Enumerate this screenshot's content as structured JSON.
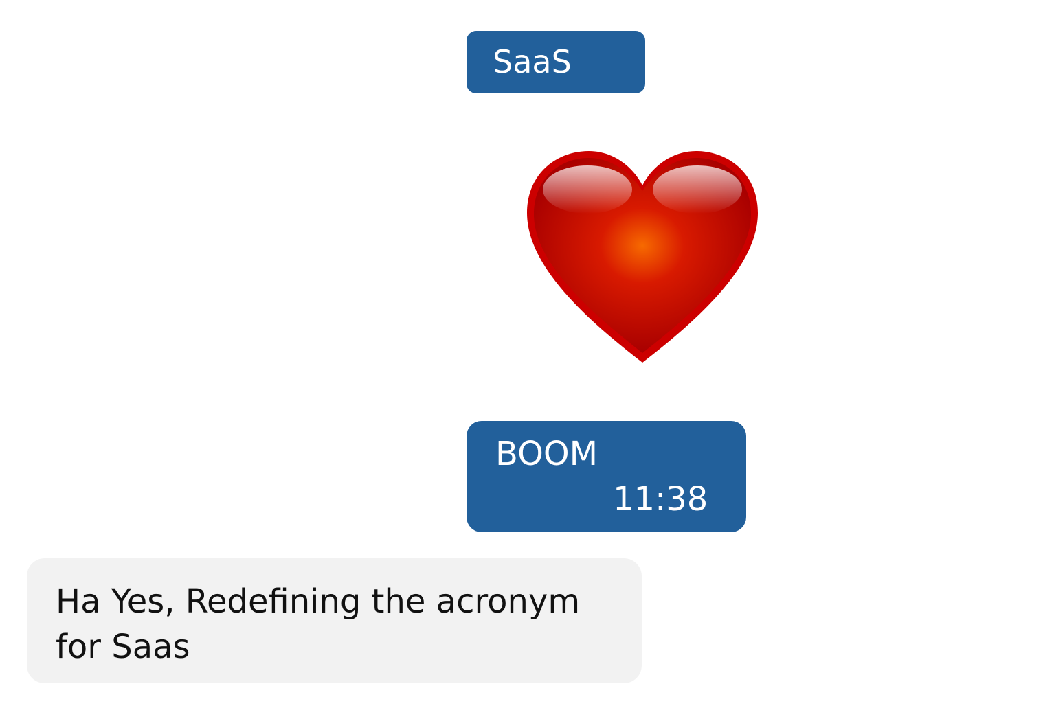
{
  "messages": [
    {
      "direction": "outgoing",
      "text": "SaaS"
    },
    {
      "direction": "outgoing",
      "emoji": "heart-icon"
    },
    {
      "direction": "outgoing",
      "text": "BOOM",
      "time": "11:38"
    },
    {
      "direction": "incoming",
      "text": "Ha Yes, Redefining the acronym for Saas"
    }
  ],
  "colors": {
    "outgoing_bg": "#22609b",
    "incoming_bg": "#f2f2f2",
    "heart": "#d40000"
  }
}
